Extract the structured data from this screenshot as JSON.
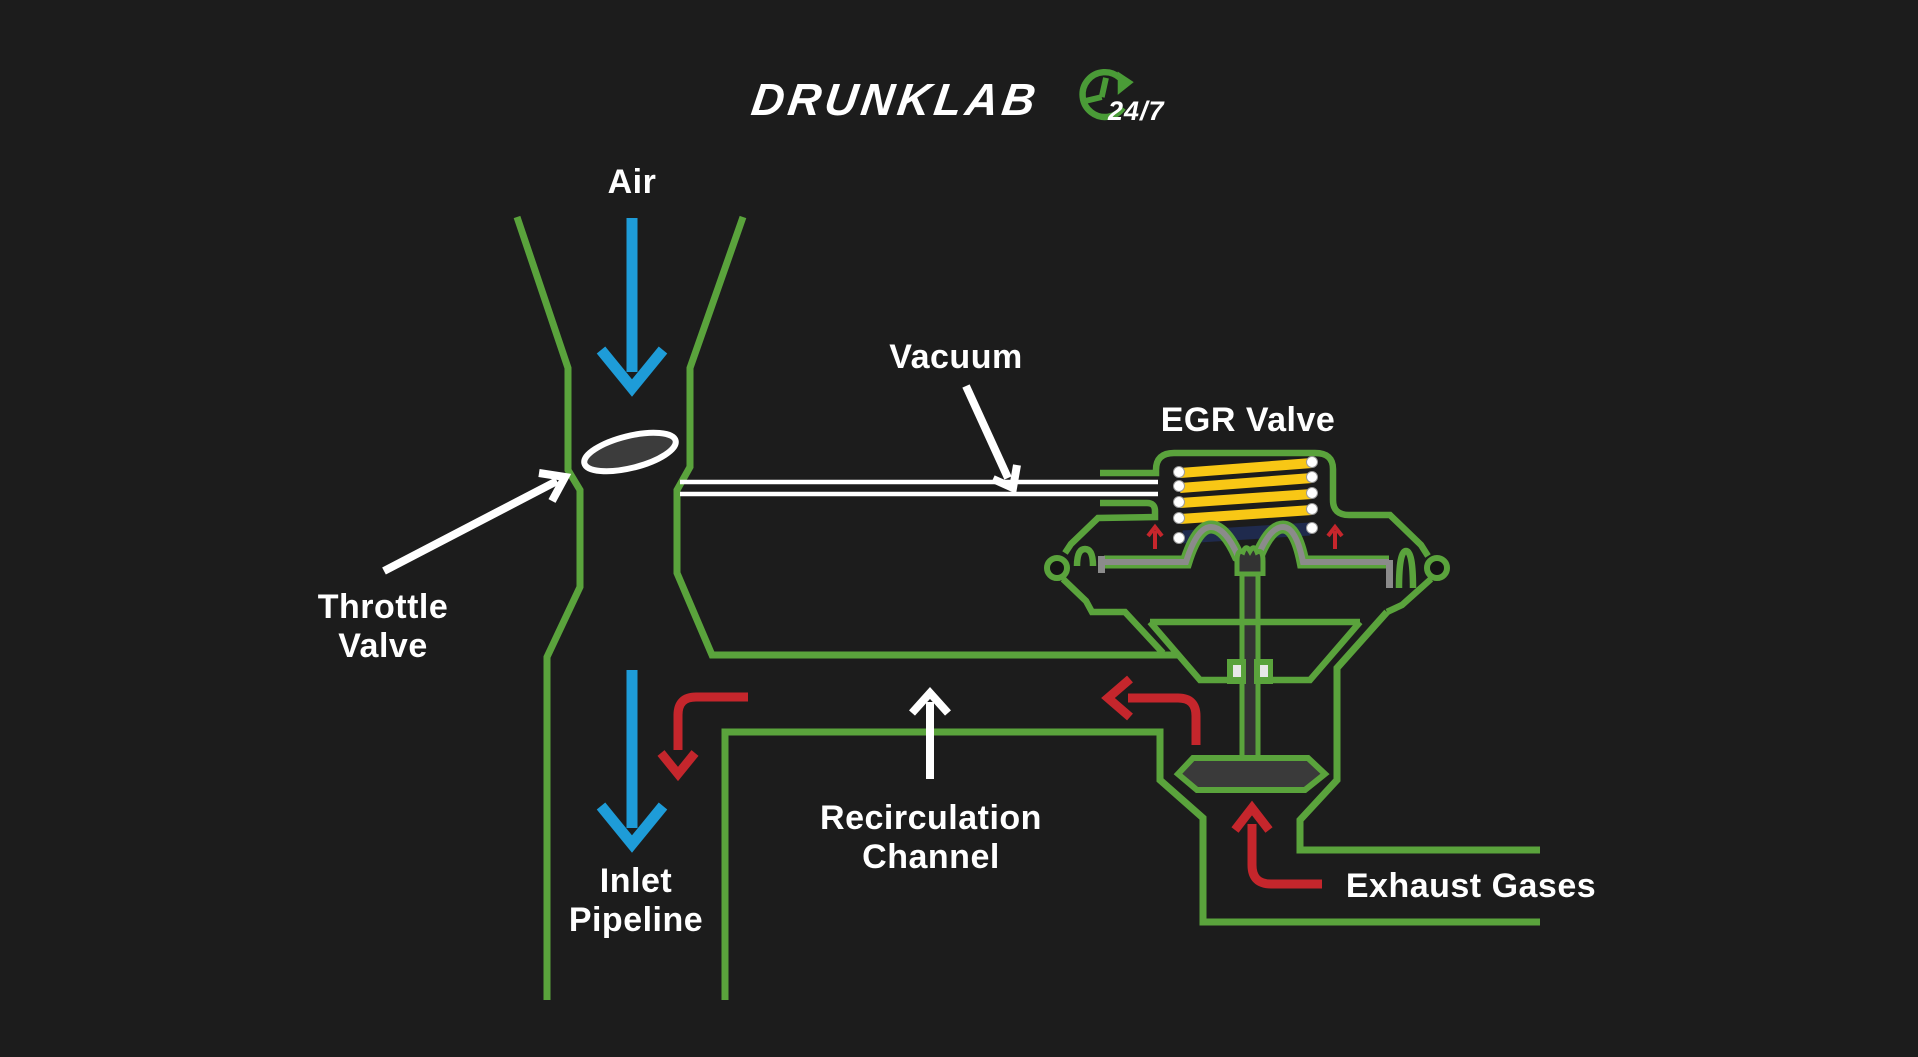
{
  "header": {
    "brand": "DRUNKLAB",
    "badge": "24/7",
    "clock_icon": "clock-24-7-icon"
  },
  "diagram": {
    "labels": {
      "air": "Air",
      "vacuum": "Vacuum",
      "egr_valve": "EGR Valve",
      "throttle_valve": "Throttle\nValve",
      "inlet_pipeline": "Inlet\nPipeline",
      "recirculation_channel": "Recirculation\nChannel",
      "exhaust_gases": "Exhaust Gases"
    },
    "colors": {
      "background": "#1c1c1c",
      "pipe_green": "#5aa33c",
      "air_blue": "#1e9cd8",
      "exhaust_red": "#c5262c",
      "spring_yellow": "#f8c715",
      "diaphragm_navy": "#1f2a4d",
      "plate_gray": "#8b8b8b",
      "label_white": "#ffffff",
      "logo_green": "#4a9b37"
    }
  }
}
